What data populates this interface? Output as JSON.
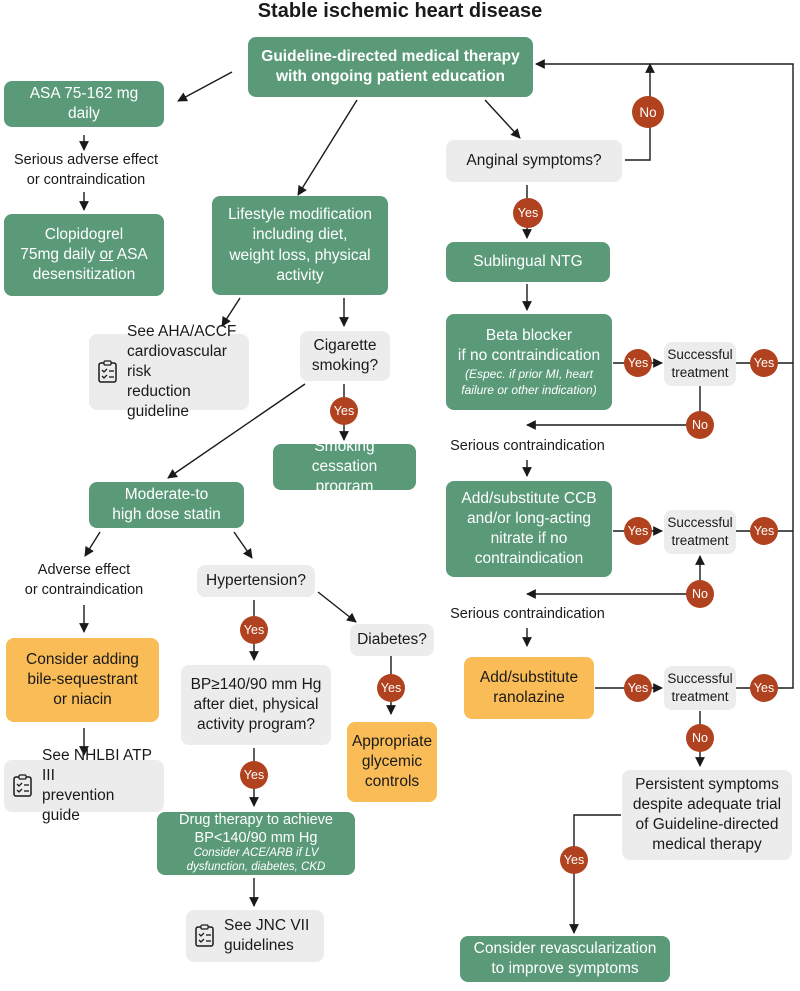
{
  "title": "Stable ischemic heart disease",
  "nodes": {
    "gdmt": [
      "Guideline-directed medical therapy",
      "with ongoing patient education"
    ],
    "asa": [
      "ASA 75-162 mg",
      "daily"
    ],
    "serious_adverse": [
      "Serious adverse effect",
      "or contraindication"
    ],
    "clopidogrel": {
      "l1": "Clopidogrel",
      "l2a": "75mg daily ",
      "l2u": "or",
      "l2b": " ASA",
      "l3": "desensitization"
    },
    "lifestyle": [
      "Lifestyle modification",
      "including diet,",
      "weight loss, physical",
      "activity"
    ],
    "aha_ref": [
      "See AHA/ACCF",
      "cardiovascular risk",
      "reduction guideline"
    ],
    "cigarette": [
      "Cigarette",
      "smoking?"
    ],
    "smoking_cessation": [
      "Smoking cessation",
      "program"
    ],
    "statin": [
      "Moderate-to",
      "high dose statin"
    ],
    "adverse_effect": [
      "Adverse effect",
      "or contraindication"
    ],
    "bile": [
      "Consider adding",
      "bile-sequestrant",
      "or niacin"
    ],
    "nhlbi_ref": [
      "See NHLBI ATP III",
      "prevention guide"
    ],
    "hypertension": "Hypertension?",
    "diabetes": "Diabetes?",
    "bp_check": [
      "BP≥140/90 mm Hg",
      "after diet, physical",
      "activity program?"
    ],
    "drug_therapy": {
      "l1": "Drug therapy to achieve",
      "l2": "BP<140/90 mm Hg",
      "sub1": "Consider ACE/ARB if LV",
      "sub2": "dysfunction, diabetes, CKD"
    },
    "jnc_ref": [
      "See JNC VII",
      "guidelines"
    ],
    "glycemic": [
      "Appropriate",
      "glycemic",
      "controls"
    ],
    "anginal": "Anginal symptoms?",
    "ntg": "Sublingual NTG",
    "beta": {
      "l1": "Beta blocker",
      "l2": "if no contraindication",
      "sub1": "(Espec. if prior MI, heart",
      "sub2": "failure or other indication)"
    },
    "serious_contra_1": "Serious contraindication",
    "ccb": [
      "Add/substitute CCB",
      "and/or long-acting",
      "nitrate if no",
      "contraindication"
    ],
    "serious_contra_2": "Serious contraindication",
    "ranolazine": [
      "Add/substitute",
      "ranolazine"
    ],
    "success_1": [
      "Successful",
      "treatment"
    ],
    "success_2": [
      "Successful",
      "treatment"
    ],
    "success_3": [
      "Successful",
      "treatment"
    ],
    "persistent": [
      "Persistent symptoms",
      "despite adequate trial",
      "of Guideline-directed",
      "medical therapy"
    ],
    "revasc": [
      "Consider revascularization",
      "to improve symptoms"
    ]
  },
  "badges": {
    "yes": "Yes",
    "no": "No"
  },
  "icons": {
    "reference": "checklist-icon"
  },
  "colors": {
    "green_box": "#5a9a78",
    "gray_box": "#ececec",
    "orange_box": "#f9bc56",
    "badge": "#b0421f",
    "arrow": "#1a1a1a"
  }
}
